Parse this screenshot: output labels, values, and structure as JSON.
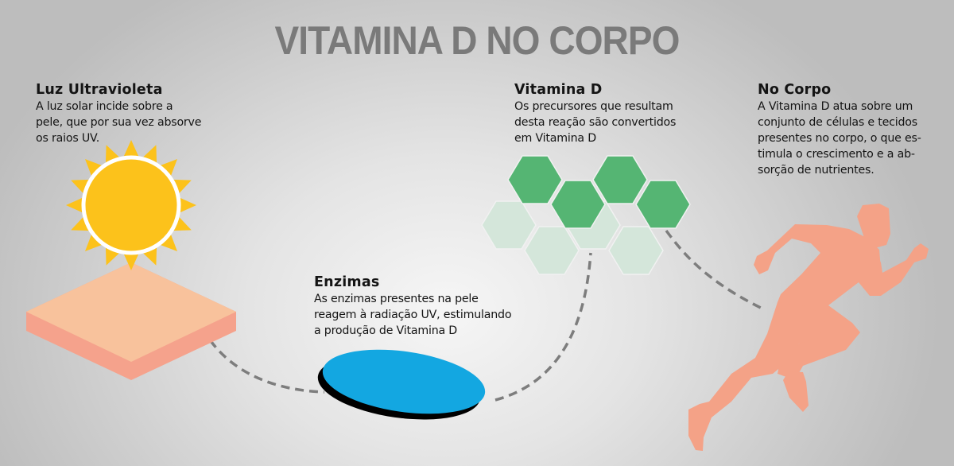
{
  "title": "VITAMINA D NO CORPO",
  "steps": [
    {
      "id": "uv",
      "heading": "Luz Ultravioleta",
      "text": "A luz solar incide sobre a\npele, que por sua vez absorve\nos raios UV.",
      "icon": "sun-over-skin"
    },
    {
      "id": "enzymes",
      "heading": "Enzimas",
      "text": "As enzimas presentes na pele\nreagem à radiação UV, estimulando\na produção de Vitamina D",
      "icon": "enzyme-disc"
    },
    {
      "id": "vitamin-d",
      "heading": "Vitamina D",
      "text": "Os precursores que resultam\ndesta reação são convertidos\nem Vitamina D",
      "icon": "hexagon-molecules"
    },
    {
      "id": "body",
      "heading": "No Corpo",
      "text": "A Vitamina D atua sobre um\nconjunto de células e tecidos\npresentes no corpo, o que es-\ntimula o crescimento e a ab-\nsorção de nutrientes.",
      "icon": "running-person"
    }
  ],
  "colors": {
    "title": "#7a7a7a",
    "sun": "#fcc21b",
    "skin_top": "#f8c29c",
    "skin_side": "#f5a28c",
    "enzyme": "#13a7e1",
    "hex_dark": "#55b573",
    "hex_light": "#d4e6da",
    "runner": "#f4a287",
    "dash": "#7d7d7d"
  }
}
